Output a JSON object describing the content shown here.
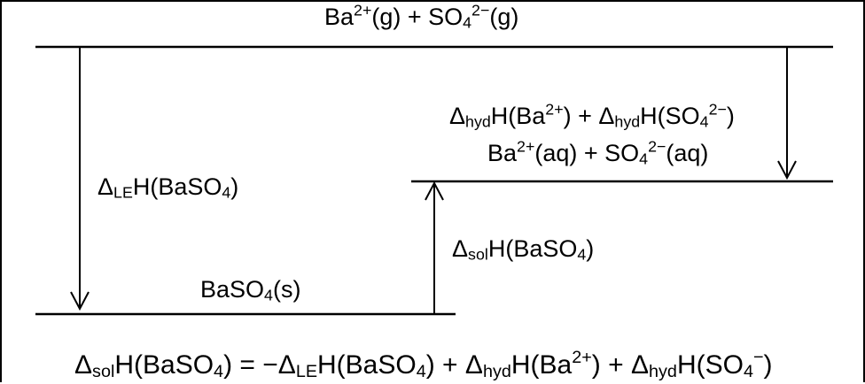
{
  "diagram": {
    "levels": {
      "gaseous_ions": {
        "pre": "Ba",
        "sup1": "2+",
        "mid": "(g) + SO",
        "sub1": "4",
        "sup2": "2−",
        "post": "(g)"
      },
      "aqueous_ions": {
        "pre": "Ba",
        "sup1": "2+",
        "mid": "(aq) + SO",
        "sub1": "4",
        "sup2": "2−",
        "post": "(aq)"
      },
      "solid": {
        "pre": "BaSO",
        "sub1": "4",
        "post": "(s)"
      }
    },
    "arrows": {
      "lattice_enthalpy": {
        "delta": "Δ",
        "sub": "LE",
        "pre": "H(BaSO",
        "sub2": "4",
        "post": ")"
      },
      "hydration_enthalpy": {
        "d1": "Δ",
        "sub1": "hyd",
        "t1": "H(Ba",
        "sup1": "2+",
        "t2": ") + ",
        "d2": "Δ",
        "sub2": "hyd",
        "t3": "H(SO",
        "sub3": "4",
        "sup3": "2−",
        "t4": ")"
      },
      "solution_enthalpy": {
        "delta": "Δ",
        "sub": "sol",
        "pre": "H(BaSO",
        "sub2": "4",
        "post": ")"
      }
    },
    "equation": {
      "a_delta": "Δ",
      "a_sub": "sol",
      "a_text": "H(BaSO",
      "a_sub2": "4",
      "a_post": ") = −",
      "b_delta": "Δ",
      "b_sub": "LE",
      "b_text": "H(BaSO",
      "b_sub2": "4",
      "b_post": ") + ",
      "c_delta": "Δ",
      "c_sub": "hyd",
      "c_text": "H(Ba",
      "c_sup": "2+",
      "c_post": ") + ",
      "d_delta": "Δ",
      "d_sub": "hyd",
      "d_text": "H(SO",
      "d_sub2": "4",
      "d_sup": "−",
      "d_post": ")"
    }
  }
}
